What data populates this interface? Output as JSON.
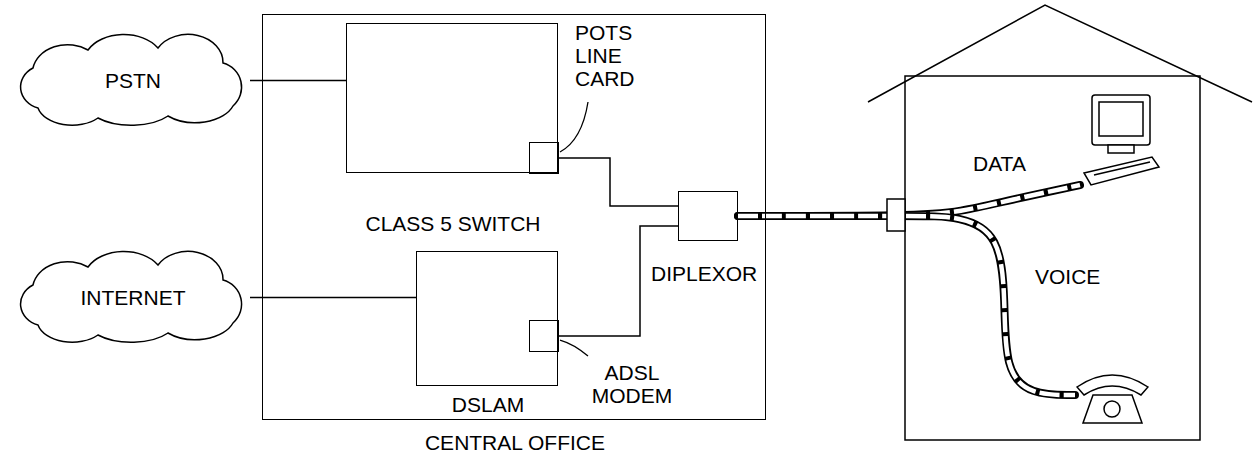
{
  "diagram": {
    "nodes": [
      {
        "text": [
          "PSTN"
        ]
      },
      {
        "text": [
          "INTERNET"
        ]
      },
      {
        "text": [
          "CENTRAL OFFICE"
        ]
      },
      {
        "text": [
          "CLASS 5 SWITCH"
        ],
        "in": 2
      },
      {
        "text": [
          "POTS LINE CARD"
        ],
        "in": 3
      },
      {
        "text": [
          "DSLAM"
        ],
        "in": 2
      },
      {
        "text": [
          "ADSL MODEM"
        ],
        "in": 5
      },
      {
        "text": [
          "DIPLEXOR"
        ],
        "in": 2
      },
      {
        "text": [
          "DATA"
        ]
      },
      {
        "text": [
          "VOICE"
        ]
      }
    ],
    "edges": [
      {
        "from": 0,
        "to": 3,
        "arrow": "none"
      },
      {
        "from": 1,
        "to": 5,
        "arrow": "none"
      },
      {
        "from": 4,
        "to": 7,
        "arrow": "none"
      },
      {
        "from": 6,
        "to": 7,
        "arrow": "none"
      },
      {
        "from": 7,
        "to": 8,
        "arrow": "none"
      },
      {
        "from": 7,
        "to": 9,
        "arrow": "none"
      }
    ]
  }
}
